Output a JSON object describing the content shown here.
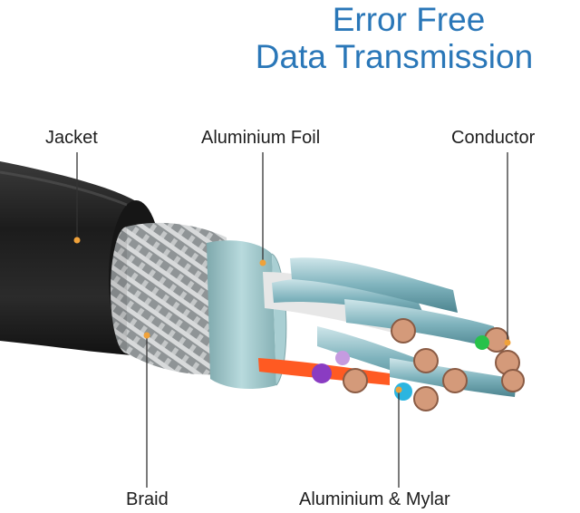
{
  "title": {
    "line1": "Error Free",
    "line2": "Data Transmission"
  },
  "labels": {
    "jacket": "Jacket",
    "aluminium_foil": "Aluminium Foil",
    "conductor": "Conductor",
    "braid": "Braid",
    "aluminium_mylar": "Aluminium & Mylar"
  },
  "colors": {
    "title": "#2a77b8",
    "leader_dot": "#f0a23a",
    "jacket": "#222222",
    "foil": "#9cc4c8",
    "braid": "#b9bcbe"
  }
}
